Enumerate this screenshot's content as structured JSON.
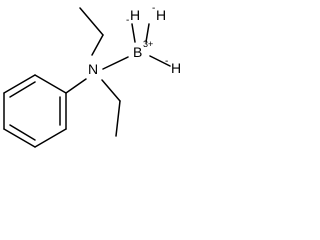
{
  "molecule": {
    "atoms": {
      "nitrogen": "N",
      "boron": "B",
      "boron_charge": "3+",
      "hydrogen": "H",
      "hydride_charge": "-"
    }
  }
}
